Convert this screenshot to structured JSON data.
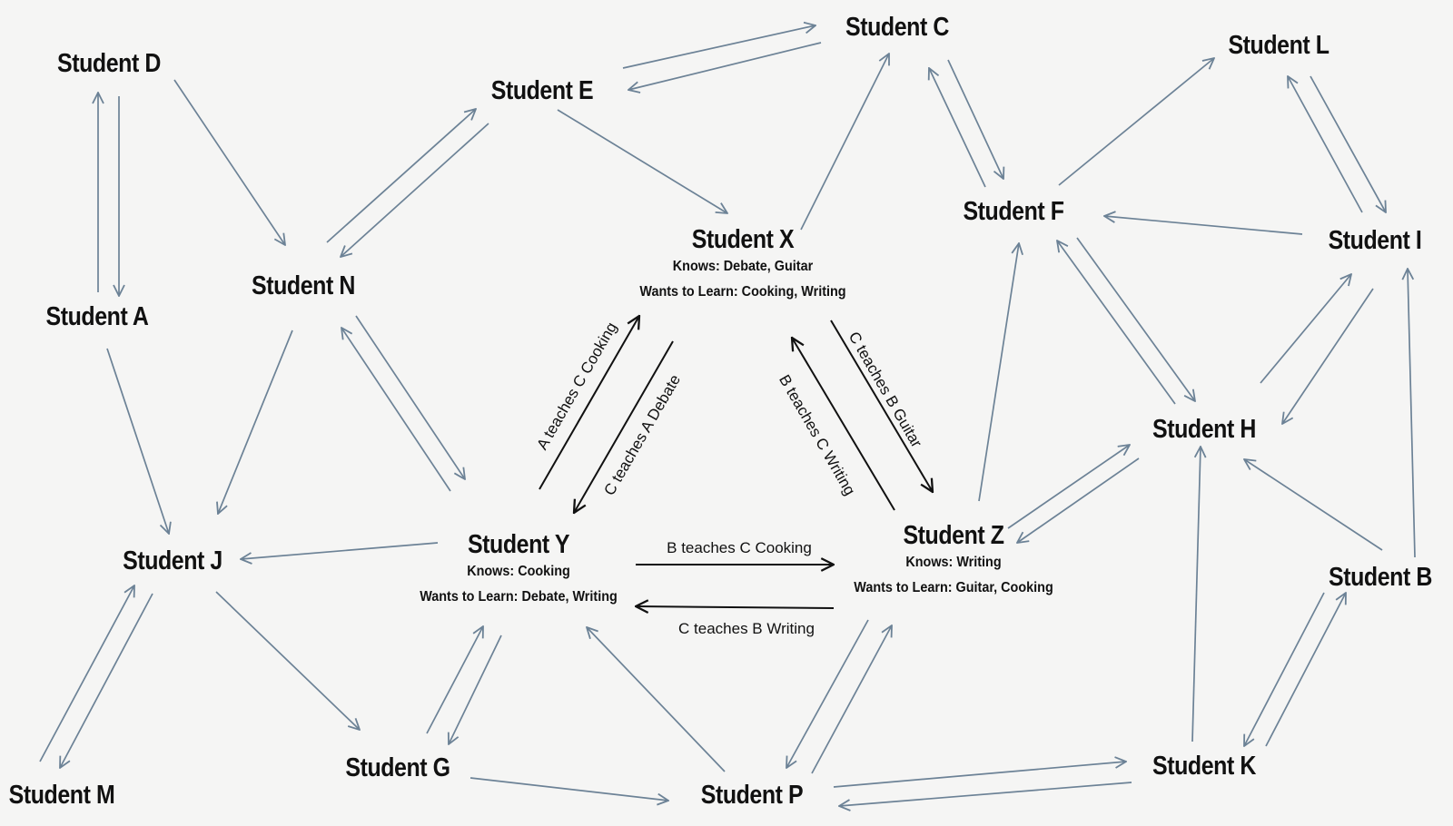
{
  "colors": {
    "background": "#f5f5f4",
    "network_edge": "#6c8296",
    "core_edge": "#111111",
    "text": "#111111"
  },
  "nodes": {
    "student_d": {
      "name": "Student D"
    },
    "student_e": {
      "name": "Student E"
    },
    "student_c": {
      "name": "Student C"
    },
    "student_l": {
      "name": "Student L"
    },
    "student_a": {
      "name": "Student A"
    },
    "student_n": {
      "name": "Student N"
    },
    "student_x": {
      "name": "Student X",
      "knows": "Knows: Debate, Guitar",
      "wants": "Wants to Learn: Cooking, Writing"
    },
    "student_f": {
      "name": "Student F"
    },
    "student_i": {
      "name": "Student I"
    },
    "student_h": {
      "name": "Student H"
    },
    "student_j": {
      "name": "Student J"
    },
    "student_y": {
      "name": "Student Y",
      "knows": "Knows: Cooking",
      "wants": "Wants to Learn: Debate, Writing"
    },
    "student_z": {
      "name": "Student Z",
      "knows": "Knows: Writing",
      "wants": "Wants to Learn: Guitar, Cooking"
    },
    "student_b": {
      "name": "Student B"
    },
    "student_m": {
      "name": "Student M"
    },
    "student_g": {
      "name": "Student G"
    },
    "student_p": {
      "name": "Student P"
    },
    "student_k": {
      "name": "Student K"
    }
  },
  "edge_labels": {
    "a_teaches_c_cooking": "A teaches C Cooking",
    "c_teaches_a_debate": "C teaches A Debate",
    "b_teaches_c_writing": "B teaches C Writing",
    "c_teaches_b_guitar": "C teaches B Guitar",
    "b_teaches_c_cooking": "B teaches C Cooking",
    "c_teaches_b_writing": "C teaches B Writing"
  }
}
